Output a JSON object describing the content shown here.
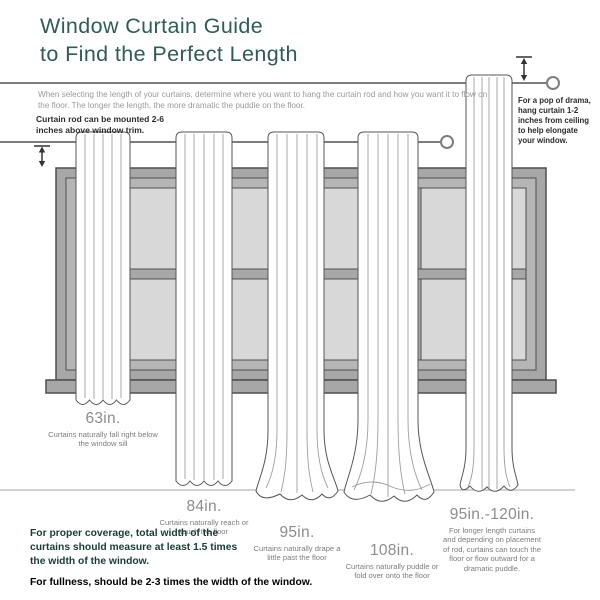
{
  "title": {
    "line1": "Window Curtain Guide",
    "line2": "to Find the Perfect Length"
  },
  "intro": "When selecting the length of your curtains, determine where you want to hang the curtain rod and how you want it to flow on the floor. The longer the length, the more dramatic the puddle on the floor.",
  "rod_note": "Curtain rod can be mounted 2-6 inches above window trim.",
  "ceiling_note": "For a pop of drama, hang curtain 1-2 inches from ceiling to help elongate your window.",
  "curtains": [
    {
      "label": "63in.",
      "caption": "Curtains naturally fall right below the window sill"
    },
    {
      "label": "84in.",
      "caption": "Curtains naturally reach or touch the floor"
    },
    {
      "label": "95in.",
      "caption": "Curtains naturally drape a little past the floor"
    },
    {
      "label": "108in.",
      "caption": "Curtains naturally puddle or fold over onto the floor"
    },
    {
      "label": "95in.-120in.",
      "caption": "For longer length curtains and depending on placement of rod, curtains can touch the floor or flow outward for a dramatic puddle."
    }
  ],
  "footer": {
    "coverage": "For proper coverage, total width of the curtains should measure at least 1.5 times the width of the window.",
    "fullness": "For fullness, should be 2-3 times the width of the window."
  },
  "colors": {
    "accent_teal": "#2e5c57",
    "label_gray": "#8c8c8c",
    "window_frame_gray": "#a7a7a7",
    "window_pane_gray": "#d8d8d8"
  }
}
